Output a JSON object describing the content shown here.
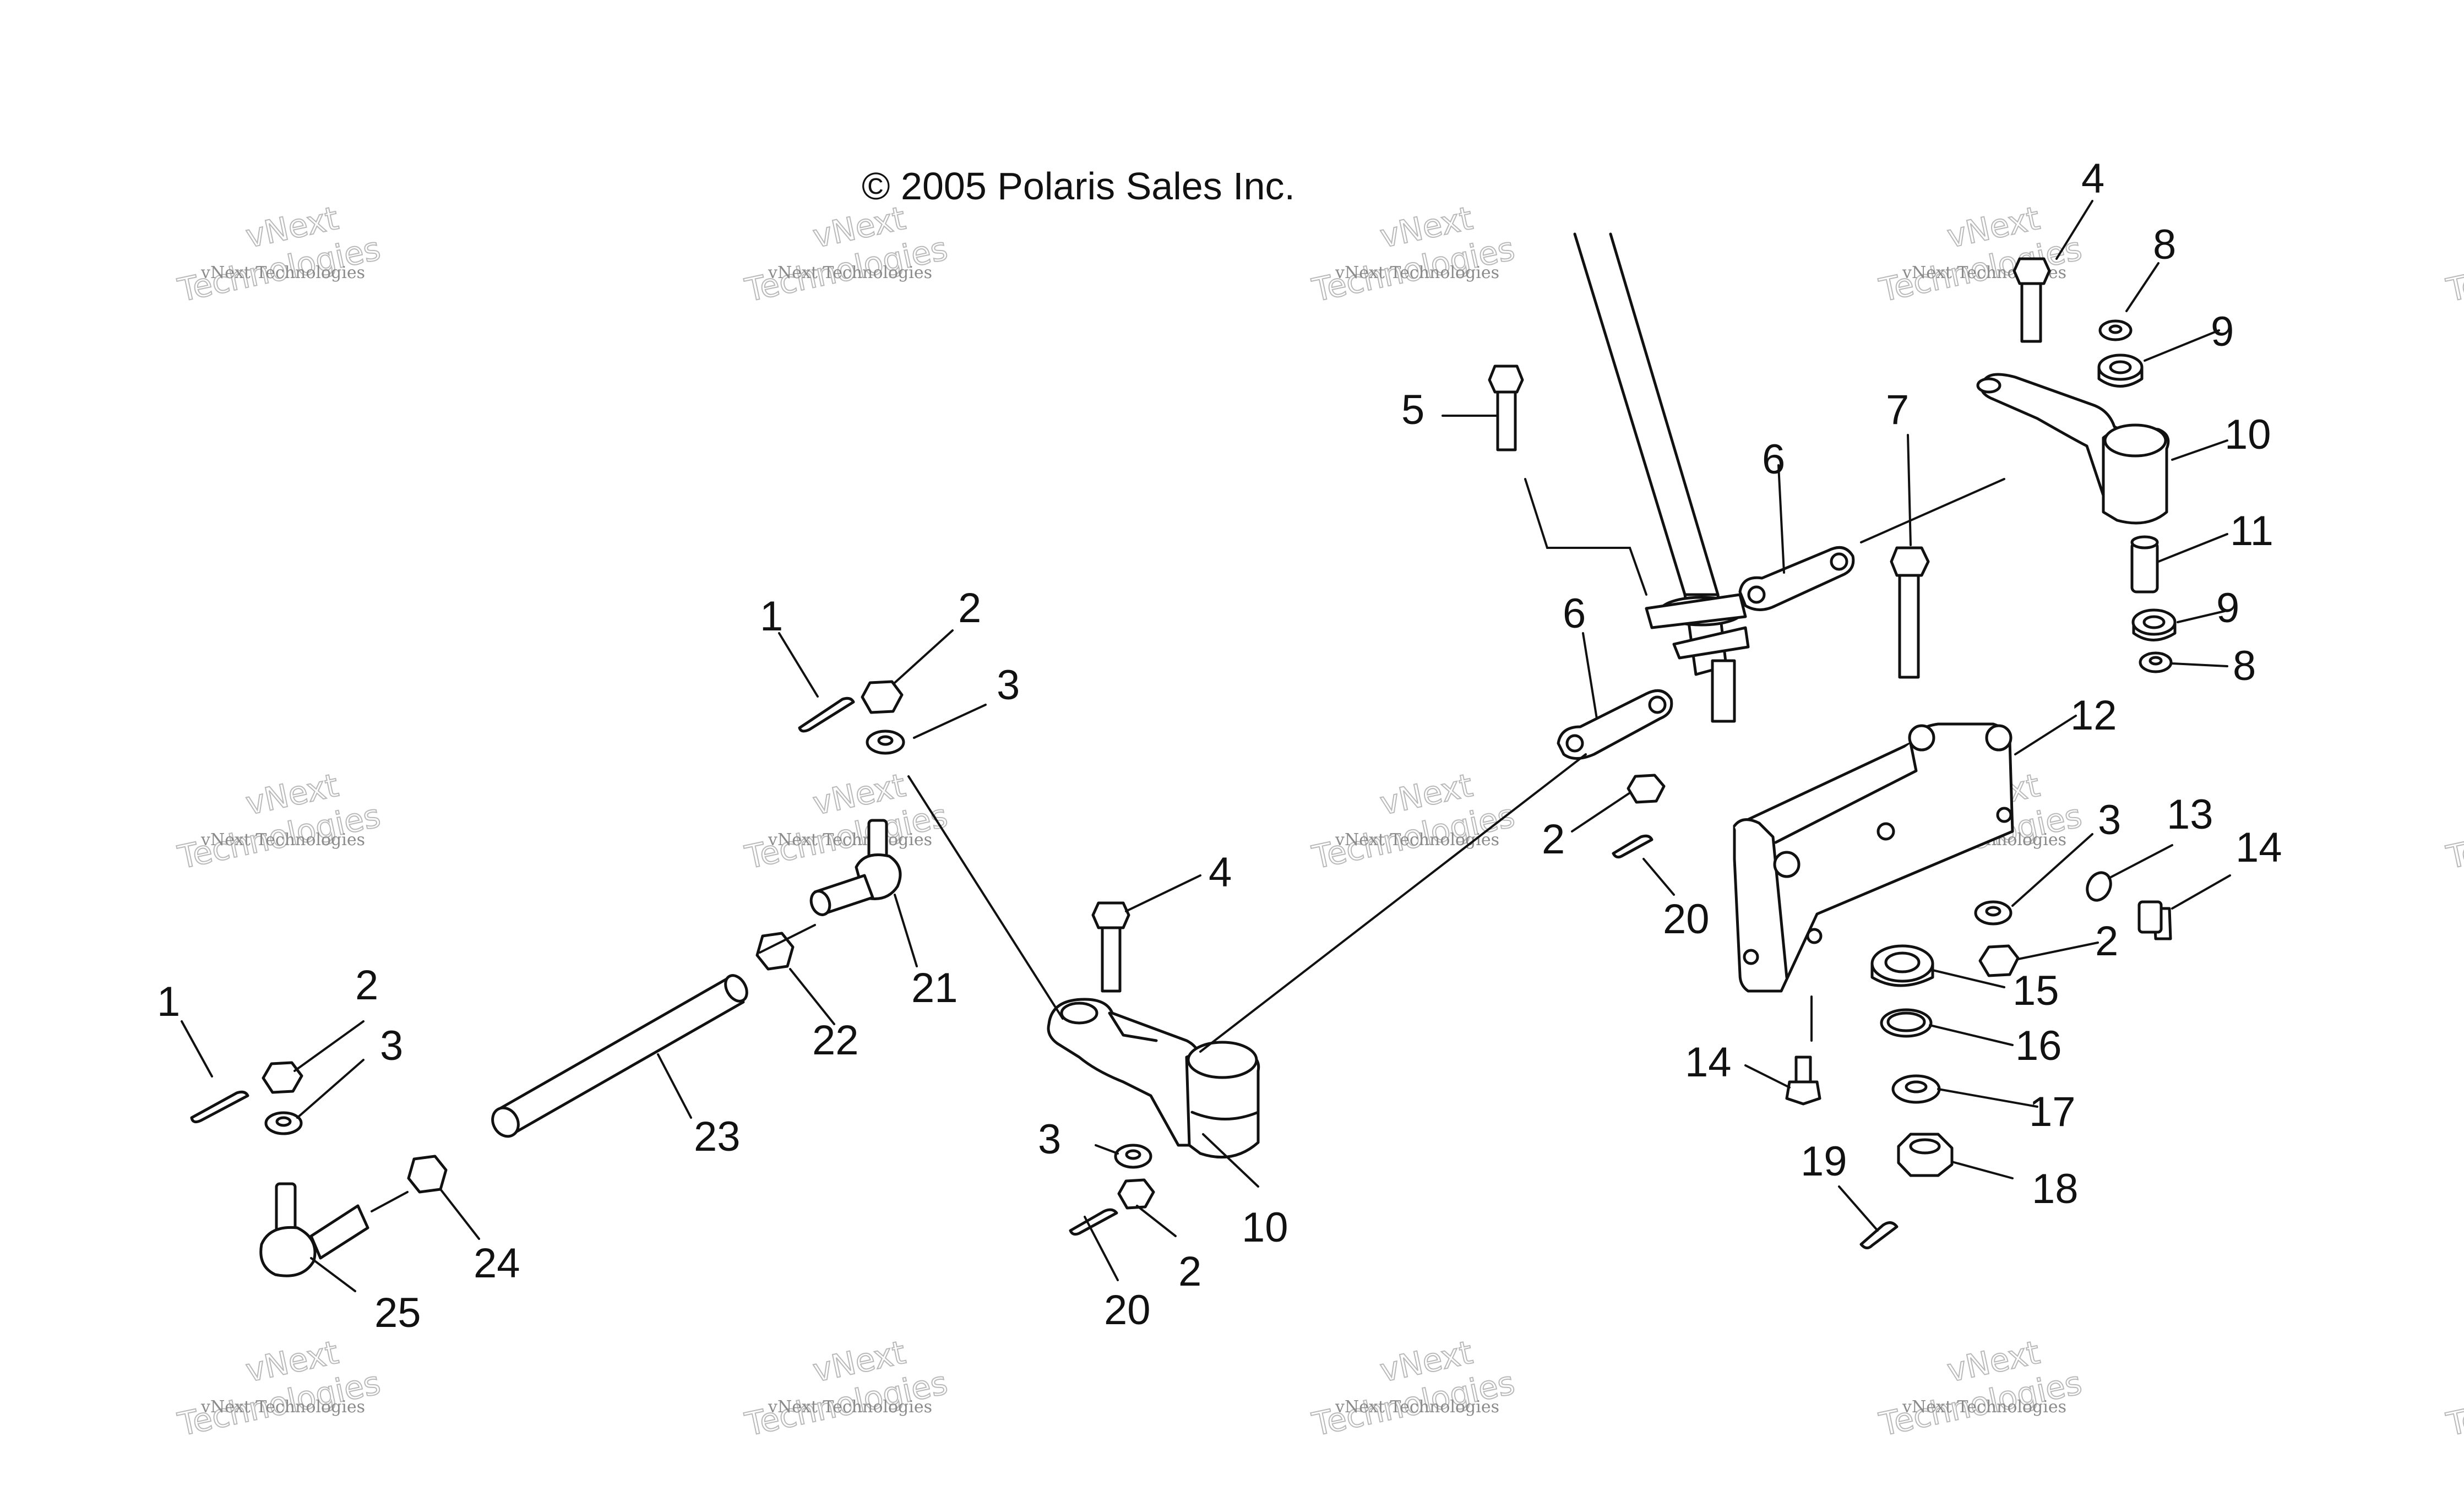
{
  "diagram": {
    "copyright": "© 2005 Polaris Sales Inc.",
    "callouts": [
      "1",
      "2",
      "3",
      "4",
      "5",
      "6",
      "7",
      "8",
      "9",
      "10",
      "11",
      "12",
      "13",
      "14",
      "15",
      "16",
      "17",
      "18",
      "19",
      "20",
      "21",
      "22",
      "23",
      "24",
      "25"
    ],
    "watermark": {
      "line1": "vNext Technologies",
      "line2": "vNext",
      "line3": "Technologies"
    }
  }
}
